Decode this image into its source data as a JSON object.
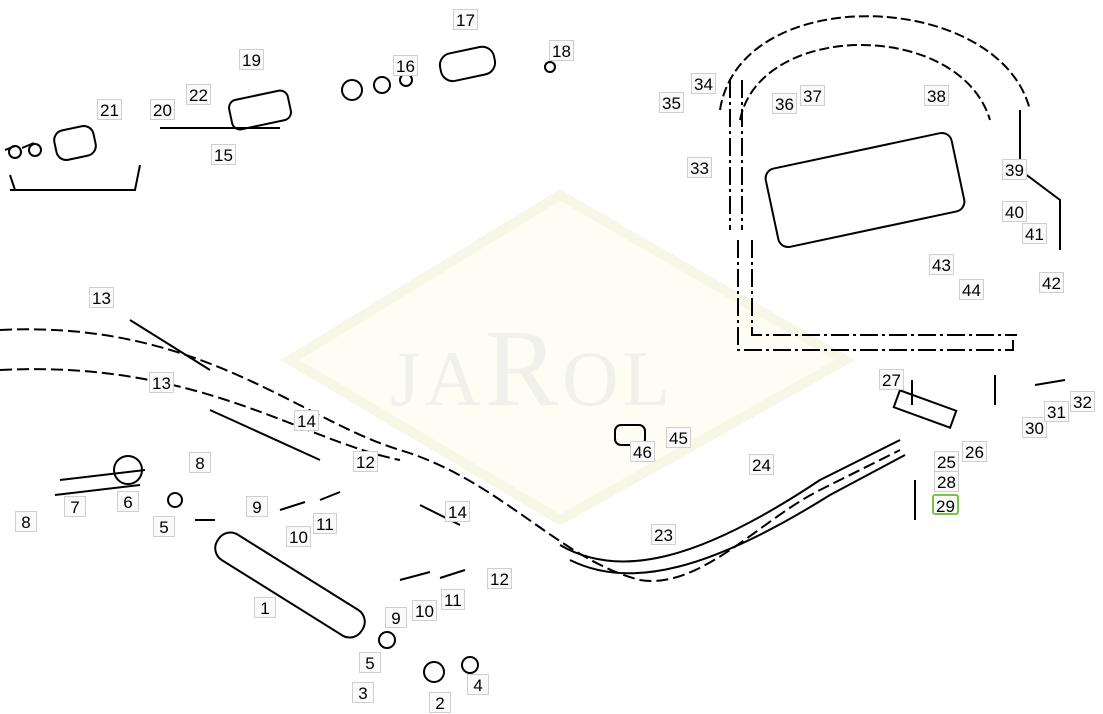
{
  "diagram": {
    "watermark": "JAROL",
    "highlight_color": "#7dc242",
    "highlighted_part": "29",
    "callouts": [
      "17",
      "19",
      "18",
      "16",
      "21",
      "20",
      "22",
      "15",
      "34",
      "35",
      "36",
      "37",
      "38",
      "33",
      "39",
      "40",
      "41",
      "43",
      "44",
      "42",
      "13",
      "13",
      "14",
      "8",
      "12",
      "8",
      "7",
      "6",
      "5",
      "9",
      "10",
      "11",
      "14",
      "12",
      "1",
      "9",
      "10",
      "11",
      "5",
      "4",
      "3",
      "2",
      "23",
      "24",
      "27",
      "25",
      "26",
      "28",
      "29",
      "30",
      "31",
      "32",
      "45",
      "46"
    ]
  }
}
